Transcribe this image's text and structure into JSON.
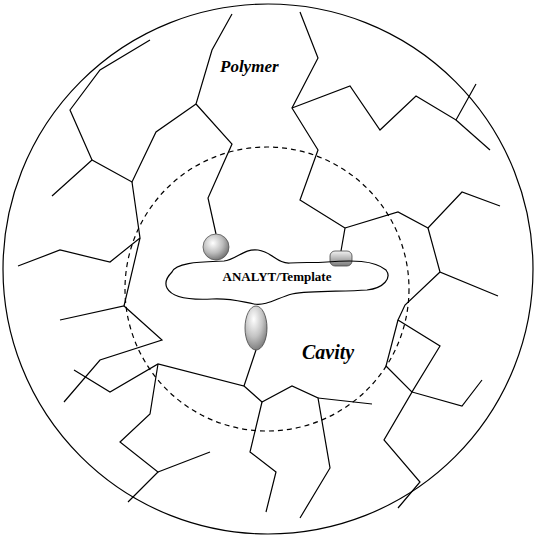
{
  "diagram": {
    "nodes": [
      {
        "text": [
          "Polymer"
        ]
      },
      {
        "text": [
          "Cavity"
        ],
        "in": 0
      },
      {
        "text": [
          "ANALYT/Template"
        ],
        "in": 1
      }
    ]
  }
}
